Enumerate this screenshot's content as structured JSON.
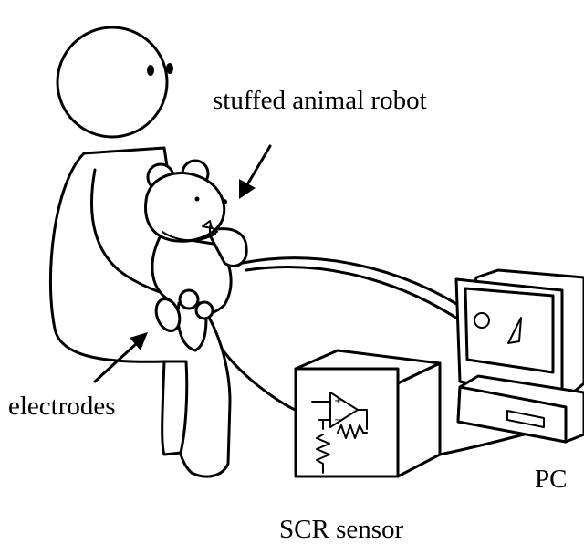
{
  "labels": {
    "robot": "stuffed animal robot",
    "electrodes": "electrodes",
    "pc": "PC",
    "scr_sensor": "SCR sensor"
  },
  "icons": [
    "person-figure",
    "teddy-bear-robot",
    "electrode-pads",
    "scr-sensor-box",
    "op-amp-symbol",
    "resistor-symbol",
    "pc-monitor",
    "circle-shape",
    "triangle-shape",
    "arrow-icon"
  ],
  "colors": {
    "line": "#000000",
    "background": "#ffffff"
  }
}
